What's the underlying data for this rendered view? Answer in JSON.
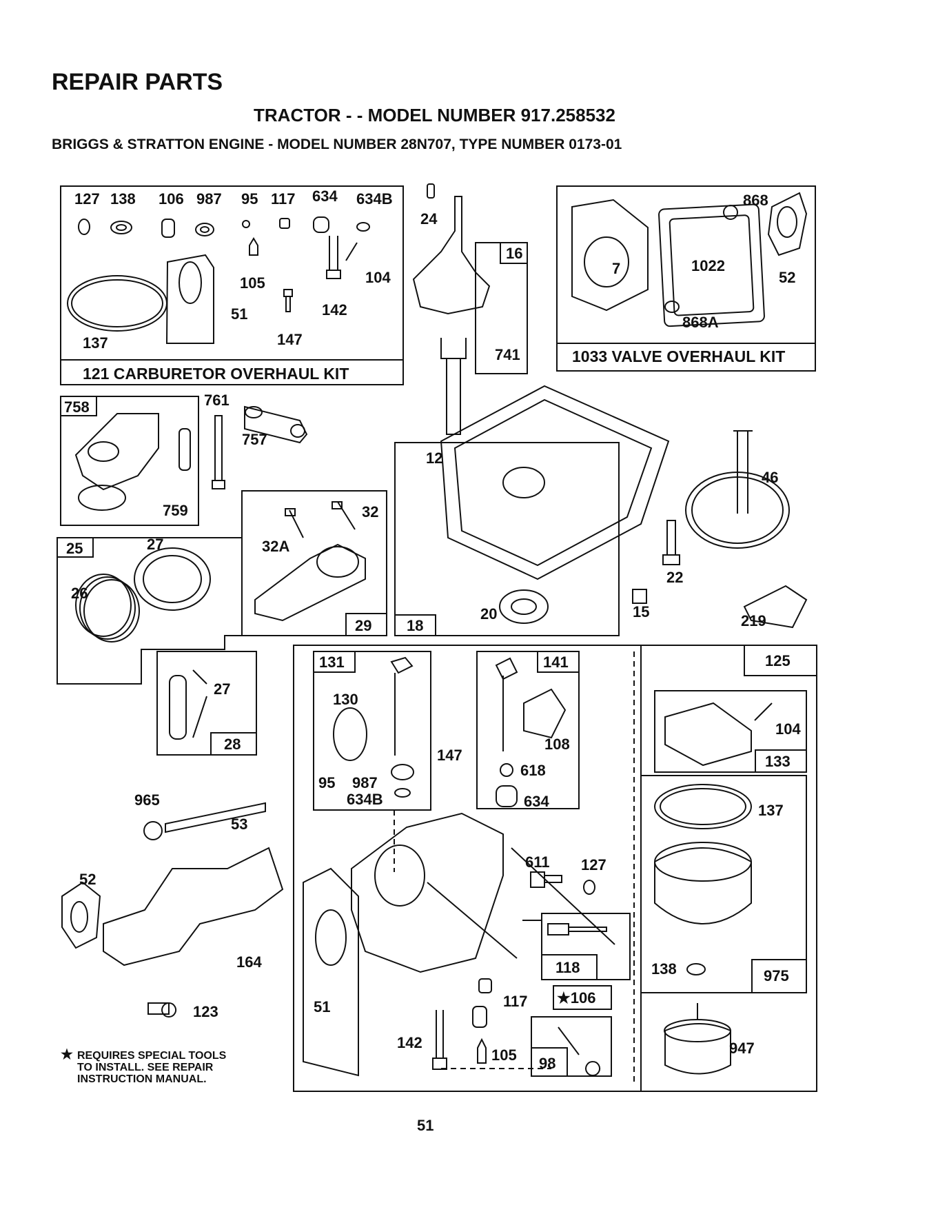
{
  "header": {
    "title": "REPAIR PARTS",
    "subtitle": "TRACTOR - - MODEL NUMBER 917.258532",
    "engine_line": "BRIGGS & STRATTON ENGINE - MODEL NUMBER 28N707, TYPE NUMBER 0173-01"
  },
  "kits": {
    "carburetor": "121 CARBURETOR OVERHAUL KIT",
    "valve": "1033 VALVE OVERHAUL KIT"
  },
  "boxed_labels": {
    "b16": "16",
    "b758": "758",
    "b25": "25",
    "b29": "29",
    "b18": "18",
    "b28": "28",
    "b131": "131",
    "b141": "141",
    "b125": "125",
    "b133": "133",
    "b118": "118",
    "b106": "★106",
    "b98": "98",
    "b975": "975"
  },
  "labels": {
    "l127a": "127",
    "l138a": "138",
    "l106a": "106",
    "l987a": "987",
    "l95a": "95",
    "l117a": "117",
    "l634a": "634",
    "l634Ba": "634B",
    "l105a": "105",
    "l104a": "104",
    "l142a": "142",
    "l51a": "51",
    "l147a": "147",
    "l137a": "137",
    "l24": "24",
    "l741": "741",
    "l868": "868",
    "l1022": "1022",
    "l7": "7",
    "l52a": "52",
    "l868A": "868A",
    "l761": "761",
    "l757": "757",
    "l759": "759",
    "l12": "12",
    "l46": "46",
    "l32": "32",
    "l32A": "32A",
    "l27a": "27",
    "l26": "26",
    "l22": "22",
    "l15": "15",
    "l20": "20",
    "l219": "219",
    "l27b": "27",
    "l130": "130",
    "l95b": "95",
    "l987b": "987",
    "l634Bb": "634B",
    "l147b": "147",
    "l108": "108",
    "l618": "618",
    "l634b": "634",
    "l104b": "104",
    "l137b": "137",
    "l965": "965",
    "l53": "53",
    "l52b": "52",
    "l164": "164",
    "l123": "123",
    "l611": "611",
    "l127b": "127",
    "l138b": "138",
    "l51b": "51",
    "l117b": "117",
    "l142b": "142",
    "l105b": "105",
    "l947": "947"
  },
  "note": {
    "line1": "REQUIRES SPECIAL TOOLS",
    "line2": "TO INSTALL. SEE REPAIR",
    "line3": "INSTRUCTION MANUAL."
  },
  "page_number": "51"
}
